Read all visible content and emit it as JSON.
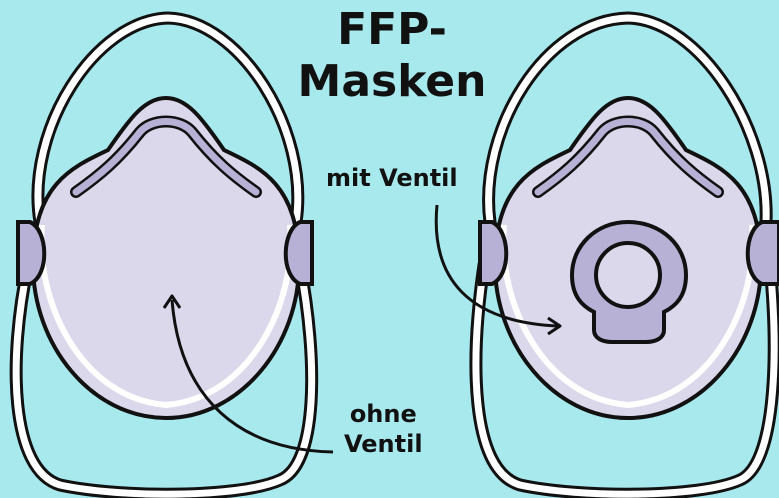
{
  "title_line1": "FFP-",
  "title_line2": "Masken",
  "label_with_valve": "mit Ventil",
  "label_without_valve_line1": "ohne",
  "label_without_valve_line2": "Ventil",
  "colors": {
    "background": "#a8e9ee",
    "mask_fill": "#dcd8ec",
    "mask_dark": "#b7b1d6",
    "outline": "#111111",
    "strap": "#ffffff"
  }
}
